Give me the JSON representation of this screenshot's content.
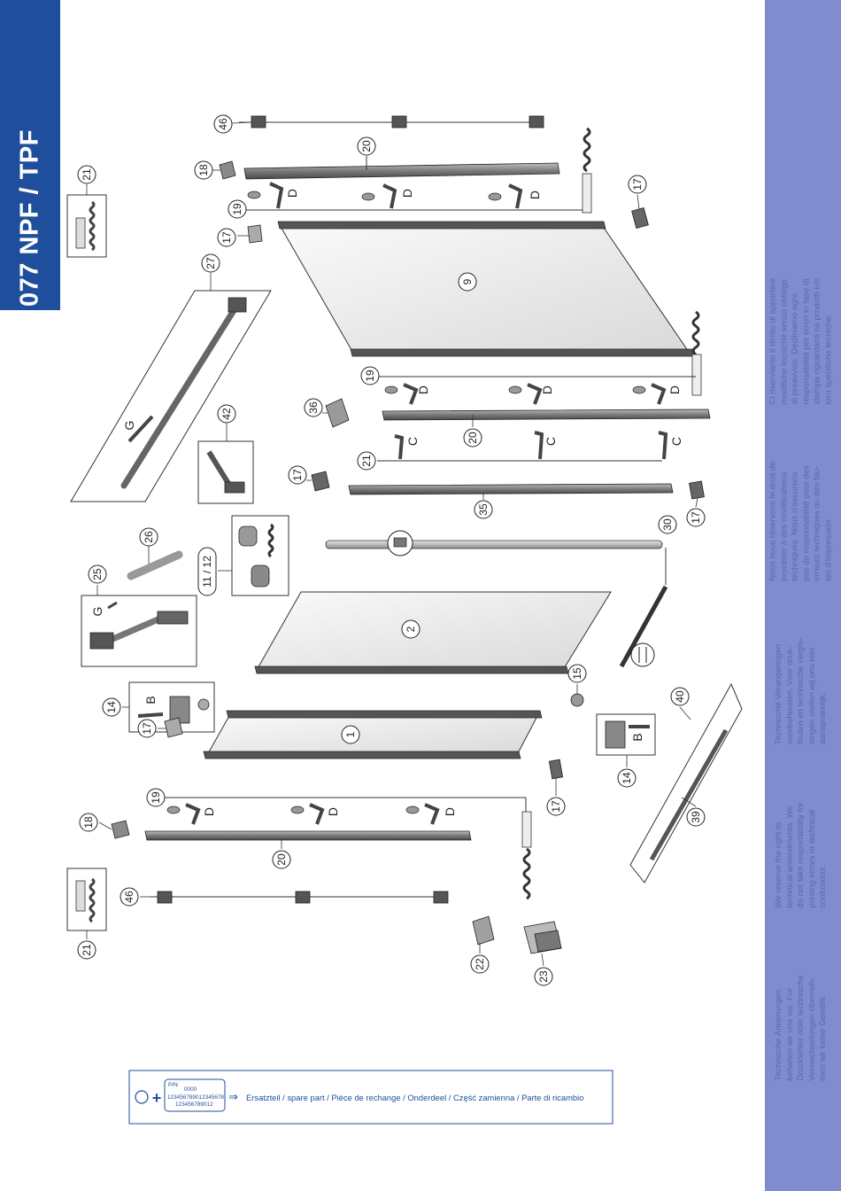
{
  "header": {
    "title": "077 NPF / TPF",
    "brand_color": "#1f4f9c",
    "side_panel_color": "#7f8ccd"
  },
  "disclaimers": {
    "de": "Technische Änderungen\nbehalten wir uns vor. Für\nDruckfehler oder technische\nVerwechselungen überneh-\nmen wir keine Gewähr.",
    "en": "We reserve the right to\ntechnical amendments. We\ndo not take responsibility for\nprinting errors or technical\nconfusions.",
    "nl": "Technische Veranderingen\nvoorbehouden. Voor druk-\nfouten en technische vergis-\nsingen stellen wij ons niet\naansprakelijk.",
    "fr": "Nous nous réservons le droit de\nprocéder à des modifications\ntechniques. Nous n'assurons\npas de responsabilité pour des\nerreurs techniques ou des fau-\ntes d'impression.",
    "it": "Ci riserviamo il diritto di apportare\nmodifiche tecniche senza obbligo\ndi preavviso. Decliniamo ogni\nresponsabilità per errori in fase di\nstampa riguardanti ns prodotti e/o\nloro specifiche tecniche."
  },
  "callouts": {
    "c46": "46",
    "c20": "20",
    "c18": "18",
    "c21": "21",
    "c17": "17",
    "c19": "19",
    "c27": "27",
    "c9": "9",
    "c42": "42",
    "c36": "36",
    "c35": "35",
    "c30": "30",
    "c26": "26",
    "c11_12": "11 / 12",
    "c25": "25",
    "c2": "2",
    "c14": "14",
    "c15": "15",
    "c1": "1",
    "c40": "40",
    "c39": "39",
    "c22": "22",
    "c23": "23"
  },
  "letters": {
    "D": "D",
    "C": "C",
    "G": "G",
    "B": "B"
  },
  "legend": {
    "pin_label": "P/N:",
    "pin_code": "0000",
    "barcode_line1": "123456789012345678",
    "barcode_line2": "123456789012",
    "arrow": "⇒",
    "text": "Ersatzteil / spare part / Pièce de rechange / Onderdeel / Część zamienna / Parte di ricambio",
    "plus": "+"
  }
}
